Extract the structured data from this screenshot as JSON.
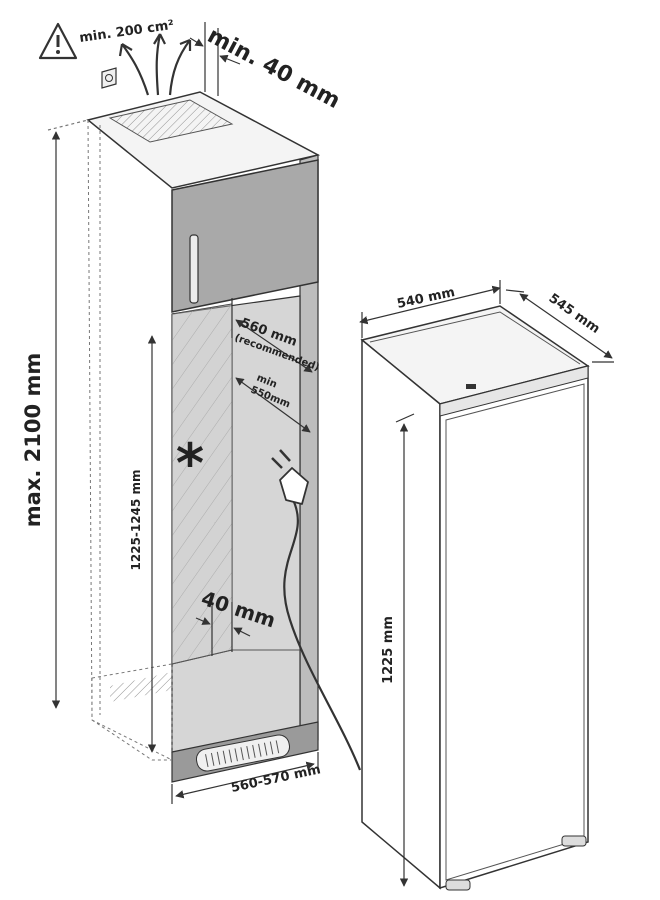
{
  "labels": {
    "vent_area": "min. 200 cm²",
    "top_gap": "min. 40 mm",
    "max_height": "max. 2100 mm",
    "niche_depth": "560 mm",
    "niche_depth_note": "(recommended)",
    "min_word": "min",
    "min_depth": "550mm",
    "niche_height": "1225-1245 mm",
    "side_gap": "40 mm",
    "niche_width": "560-570 mm",
    "unit_width": "540 mm",
    "unit_depth": "545 mm",
    "unit_height": "1225 mm",
    "asterisk": "*"
  },
  "icons": {
    "warning": "warning-triangle-icon",
    "outlet": "power-outlet-icon",
    "plug": "power-plug-icon",
    "airflow": "airflow-arrows-icon"
  },
  "colors": {
    "line": "#333333",
    "panel_grey": "#9a9a9a",
    "door_grey": "#a9a9a9",
    "niche_fill": "#c9c9c9",
    "light_fill": "#e6e6e6"
  }
}
